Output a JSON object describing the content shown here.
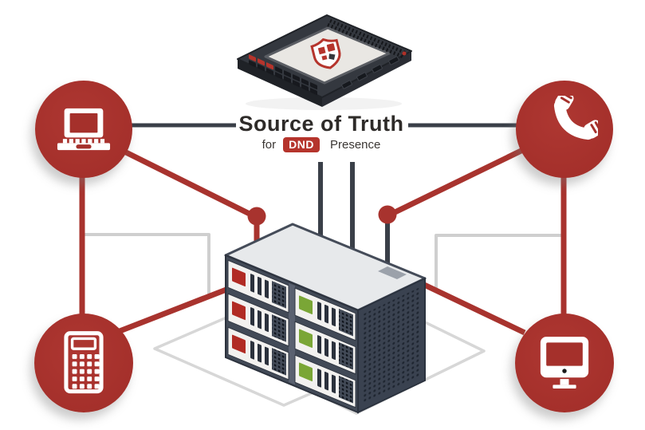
{
  "diagram": {
    "title": "Source of Truth",
    "subtitle": {
      "prefix": "for",
      "badge": "DND",
      "suffix": "Presence"
    },
    "hub": {
      "name": "presence-server",
      "icon": "server-rack-icon",
      "bays": [
        {
          "column": "left",
          "row": 1,
          "status": "red"
        },
        {
          "column": "left",
          "row": 2,
          "status": "red"
        },
        {
          "column": "left",
          "row": 3,
          "status": "red"
        },
        {
          "column": "right",
          "row": 1,
          "status": "green"
        },
        {
          "column": "right",
          "row": 2,
          "status": "green"
        },
        {
          "column": "right",
          "row": 3,
          "status": "green"
        }
      ]
    },
    "top_device": {
      "name": "attendant-console",
      "icon": "console-phone-icon"
    },
    "endpoints": [
      {
        "id": "laptop",
        "icon": "laptop-icon",
        "position": "top-left"
      },
      {
        "id": "phone-handset",
        "icon": "phone-handset-icon",
        "position": "top-right"
      },
      {
        "id": "calculator",
        "icon": "calculator-icon",
        "position": "bottom-left"
      },
      {
        "id": "desktop-monitor",
        "icon": "desktop-monitor-icon",
        "position": "bottom-right"
      }
    ],
    "colors": {
      "accent_red": "#a8332e",
      "badge_red": "#b5342c",
      "status_red": "#b12b24",
      "status_green": "#7aa636",
      "line_dark": "#3a3f48",
      "floor_gray": "#d7d7d7"
    }
  }
}
